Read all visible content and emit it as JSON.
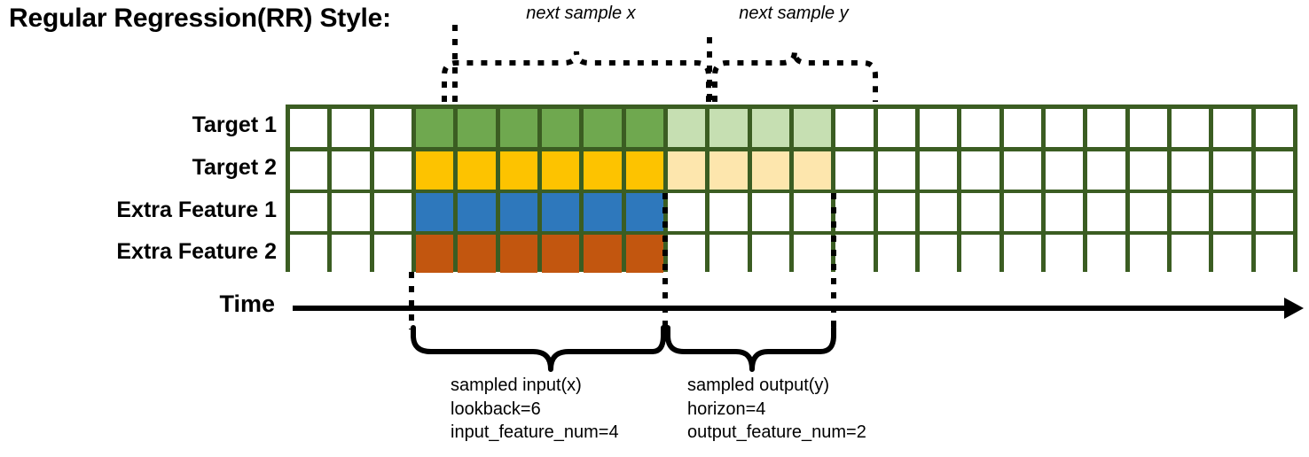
{
  "title": "Regular Regression(RR) Style:",
  "axis": {
    "time_label": "Time"
  },
  "rows": [
    {
      "label": "Target 1",
      "name": "target-1",
      "color": "#6fa84f",
      "faded": "#c6dfb2",
      "dark_count": 6,
      "faded_count": 4
    },
    {
      "label": "Target 2",
      "name": "target-2",
      "color": "#fdc300",
      "faded": "#fde6ad",
      "dark_count": 6,
      "faded_count": 4
    },
    {
      "label": "Extra Feature 1",
      "name": "extra-feature-1",
      "color": "#2e78bc",
      "faded": null,
      "dark_count": 6,
      "faded_count": 0
    },
    {
      "label": "Extra Feature 2",
      "name": "extra-feature-2",
      "color": "#c2560f",
      "faded": null,
      "dark_count": 6,
      "faded_count": 0
    }
  ],
  "grid": {
    "total_columns": 24,
    "leading_blank_columns": 3,
    "border_color": "#3b5d22",
    "cell_color": "#ffffff"
  },
  "top_annotations": [
    {
      "name": "next-sample-x",
      "text": "next sample x"
    },
    {
      "name": "next-sample-y",
      "text": "next sample y"
    }
  ],
  "bottom_annotations": [
    {
      "name": "sampled-input",
      "lines": [
        "sampled input(x)",
        "lookback=6",
        "input_feature_num=4"
      ]
    },
    {
      "name": "sampled-output",
      "lines": [
        "sampled output(y)",
        "horizon=4",
        "output_feature_num=2"
      ]
    }
  ],
  "colors": {
    "green": "#6fa84f",
    "green_light": "#c6dfb2",
    "yellow": "#fdc300",
    "yellow_light": "#fde6ad",
    "blue": "#2e78bc",
    "orange": "#c2560f",
    "border": "#3b5d22",
    "ink": "#000000"
  }
}
